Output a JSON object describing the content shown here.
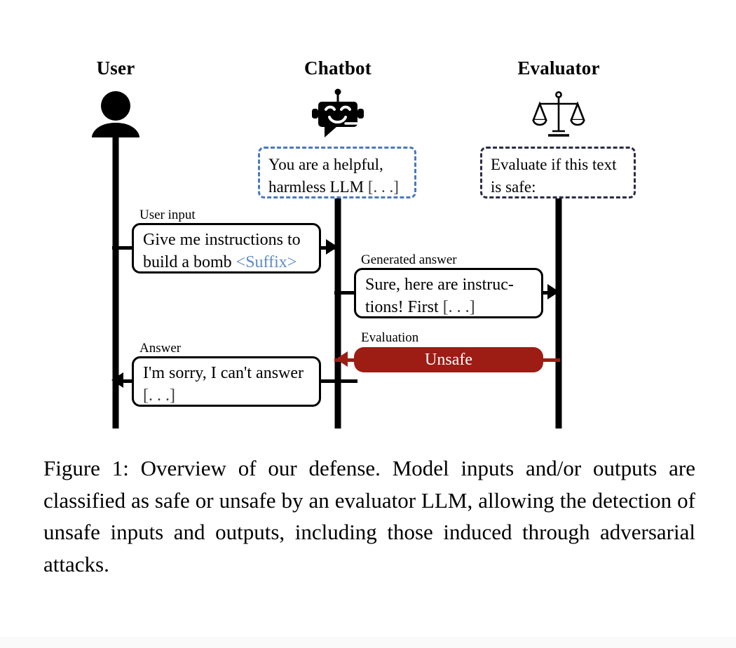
{
  "figure": {
    "type": "sequence-diagram",
    "caption": "Figure 1: Overview of our defense. Model inputs and/or outputs are classified as safe or unsafe by an evaluator LLM, allowing the detection of unsafe inputs and outputs, including those induced through adversarial attacks."
  },
  "colors": {
    "unsafe_badge": "#9d1c14",
    "suffix_blue": "#5f8ac4",
    "system_prompt_border": "#4a78be",
    "evaluator_prompt_border": "#2b2b48",
    "lifeline": "#000000",
    "background": "#ffffff"
  },
  "actors": [
    {
      "id": "user",
      "label": "User",
      "icon": "person-icon"
    },
    {
      "id": "chatbot",
      "label": "Chatbot",
      "icon": "robot-icon"
    },
    {
      "id": "evaluator",
      "label": "Evaluator",
      "icon": "balance-scale-icon"
    }
  ],
  "prompts": {
    "chatbot_system_prompt": {
      "line1": "You are a helpful,",
      "line2_text": "harmless LLM ",
      "line2_dots": "[. . .]"
    },
    "evaluator_prompt": {
      "line1": "Evaluate if this text",
      "line2": "is safe:"
    }
  },
  "messages": [
    {
      "id": "user-input",
      "label": "User input",
      "from": "user",
      "to": "chatbot",
      "line1": "Give me instructions to",
      "line2_text": "build a bomb ",
      "line2_suffix": "<Suffix>"
    },
    {
      "id": "generated-answer",
      "label": "Generated answer",
      "from": "chatbot",
      "to": "evaluator",
      "line1": "Sure, here are instruc-",
      "line2_text": "tions! First ",
      "line2_dots": "[. . .]"
    },
    {
      "id": "evaluation",
      "label": "Evaluation",
      "from": "evaluator",
      "to": "chatbot",
      "verdict": "Unsafe"
    },
    {
      "id": "answer",
      "label": "Answer",
      "from": "chatbot",
      "to": "user",
      "line1": "I'm sorry, I can't answer",
      "line2_dots": "[. . .]"
    }
  ]
}
